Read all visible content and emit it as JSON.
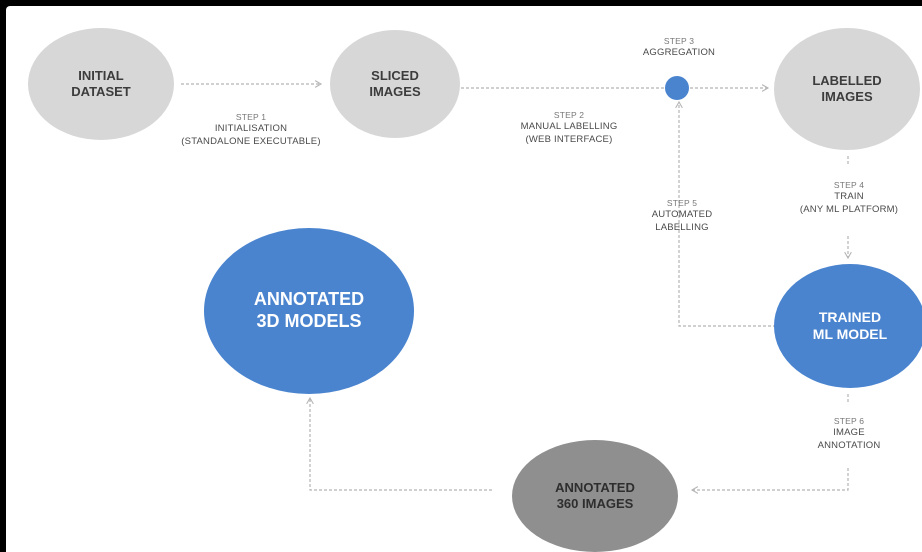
{
  "nodes": {
    "initial_dataset": [
      "INITIAL",
      "DATASET"
    ],
    "sliced_images": [
      "SLICED",
      "IMAGES"
    ],
    "labelled_images": [
      "LABELLED",
      "IMAGES"
    ],
    "trained_model": [
      "TRAINED",
      "ML MODEL"
    ],
    "annotated_3d": [
      "ANNOTATED",
      "3D MODELS"
    ],
    "annotated_360": [
      "ANNOTATED",
      "360 IMAGES"
    ]
  },
  "steps": {
    "step1": {
      "step": "STEP 1",
      "lines": [
        "INITIALISATION",
        "(STANDALONE EXECUTABLE)"
      ]
    },
    "step2": {
      "step": "STEP 2",
      "lines": [
        "MANUAL LABELLING",
        "(WEB INTERFACE)"
      ]
    },
    "step3": {
      "step": "STEP 3",
      "lines": [
        "AGGREGATION"
      ]
    },
    "step4": {
      "step": "STEP 4",
      "lines": [
        "TRAIN",
        "(ANY ML PLATFORM)"
      ]
    },
    "step5": {
      "step": "STEP 5",
      "lines": [
        "AUTOMATED",
        "LABELLING"
      ]
    },
    "step6": {
      "step": "STEP 6",
      "lines": [
        "IMAGE",
        "ANNOTATION"
      ]
    }
  },
  "colors": {
    "blue_node": "#4a84cf",
    "light_node": "#d7d7d7",
    "dark_node": "#8f8f8f",
    "connector": "#b5b5b5"
  }
}
